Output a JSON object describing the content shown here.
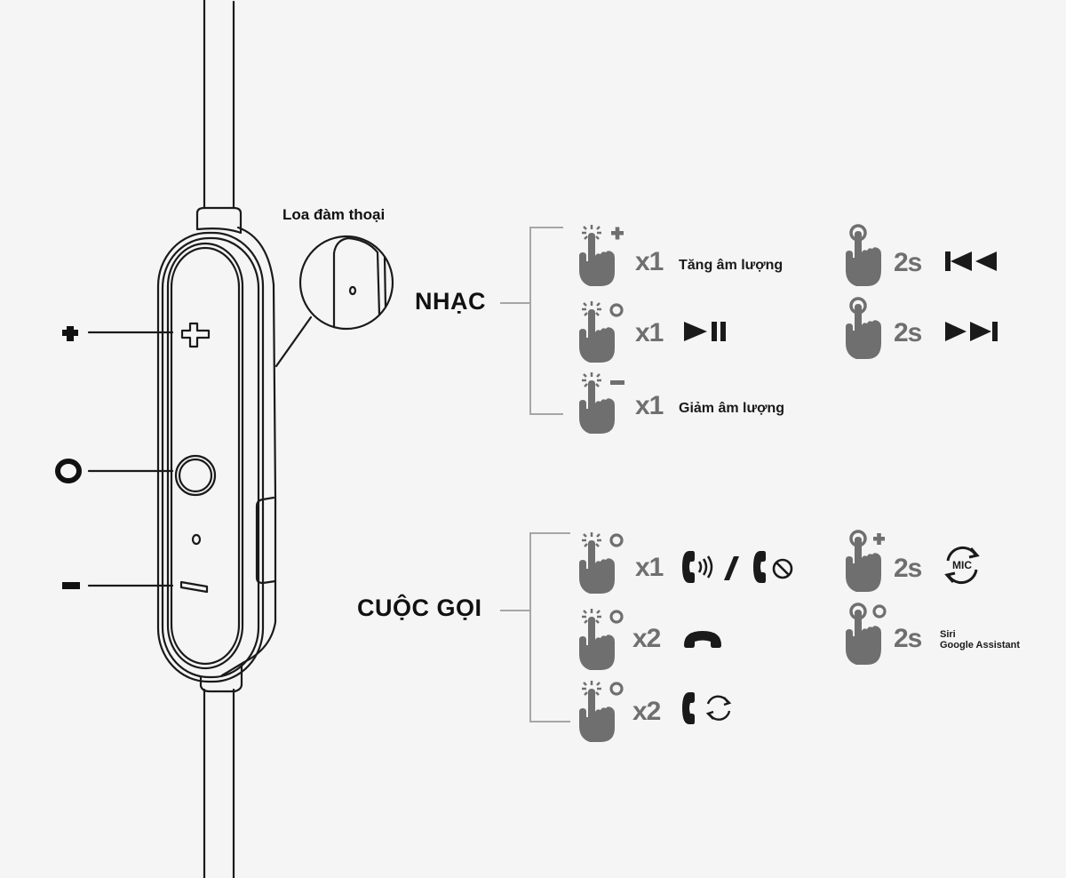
{
  "colors": {
    "background": "#f5f5f5",
    "hand": "#6f6f6f",
    "ink": "#111111",
    "bracket": "#a6a6a6"
  },
  "device": {
    "speaker_label": "Loa đàm thoại",
    "buttons": [
      {
        "id": "plus",
        "symbol": "+",
        "meaning": "volume-up-button"
      },
      {
        "id": "center",
        "symbol": "O",
        "meaning": "multifunction-button"
      },
      {
        "id": "minus",
        "symbol": "−",
        "meaning": "volume-down-button"
      }
    ]
  },
  "music": {
    "title": "NHẠC",
    "rows": [
      {
        "button": "+",
        "gesture": "tap",
        "count": "x1",
        "action_text": "Tăng âm lượng",
        "icon": ""
      },
      {
        "button": "o",
        "gesture": "tap",
        "count": "x1",
        "action_text": "",
        "icon": "play-pause-icon"
      },
      {
        "button": "−",
        "gesture": "tap",
        "count": "x1",
        "action_text": "Giảm âm lượng",
        "icon": ""
      },
      {
        "button": "",
        "gesture": "hold",
        "count": "2s",
        "action_text": "",
        "icon": "previous-track-icon"
      },
      {
        "button": "",
        "gesture": "hold",
        "count": "2s",
        "action_text": "",
        "icon": "next-track-icon"
      }
    ]
  },
  "calls": {
    "title": "CUỘC GỌI",
    "rows": [
      {
        "button": "o",
        "gesture": "tap",
        "count": "x1",
        "icon": "answer-call-icon / reject-call-icon",
        "separator": "/"
      },
      {
        "button": "o",
        "gesture": "tap",
        "count": "x2",
        "icon": "end-call-icon"
      },
      {
        "button": "o",
        "gesture": "tap",
        "count": "x2",
        "icon": "switch-call-icon"
      },
      {
        "button": "+",
        "gesture": "hold",
        "count": "2s",
        "icon": "mic-switch-icon",
        "icon_text": "MIC"
      },
      {
        "button": "o",
        "gesture": "hold",
        "count": "2s",
        "assistant_lines": [
          "Siri",
          "Google Assistant"
        ]
      }
    ]
  }
}
